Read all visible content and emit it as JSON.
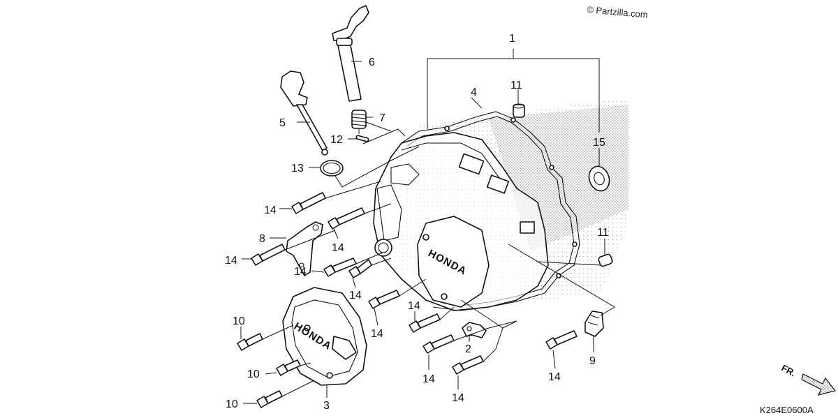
{
  "watermark": "© Partzilla.com",
  "diagram_code": "K264E0600A",
  "front_indicator": "FR.",
  "cover_stamp": "HONDA",
  "callouts": {
    "c1": "1",
    "c2": "2",
    "c3": "3",
    "c4": "4",
    "c5": "5",
    "c6": "6",
    "c7": "7",
    "c8": "8",
    "c9": "9",
    "c10a": "10",
    "c10b": "10",
    "c10c": "10",
    "c11a": "11",
    "c11b": "11",
    "c12": "12",
    "c13": "13",
    "c14a": "14",
    "c14b": "14",
    "c14c": "14",
    "c14d": "14",
    "c14e": "14",
    "c14f": "14",
    "c14g": "14",
    "c14h": "14",
    "c14i": "14",
    "c14j": "14",
    "c15": "15"
  }
}
